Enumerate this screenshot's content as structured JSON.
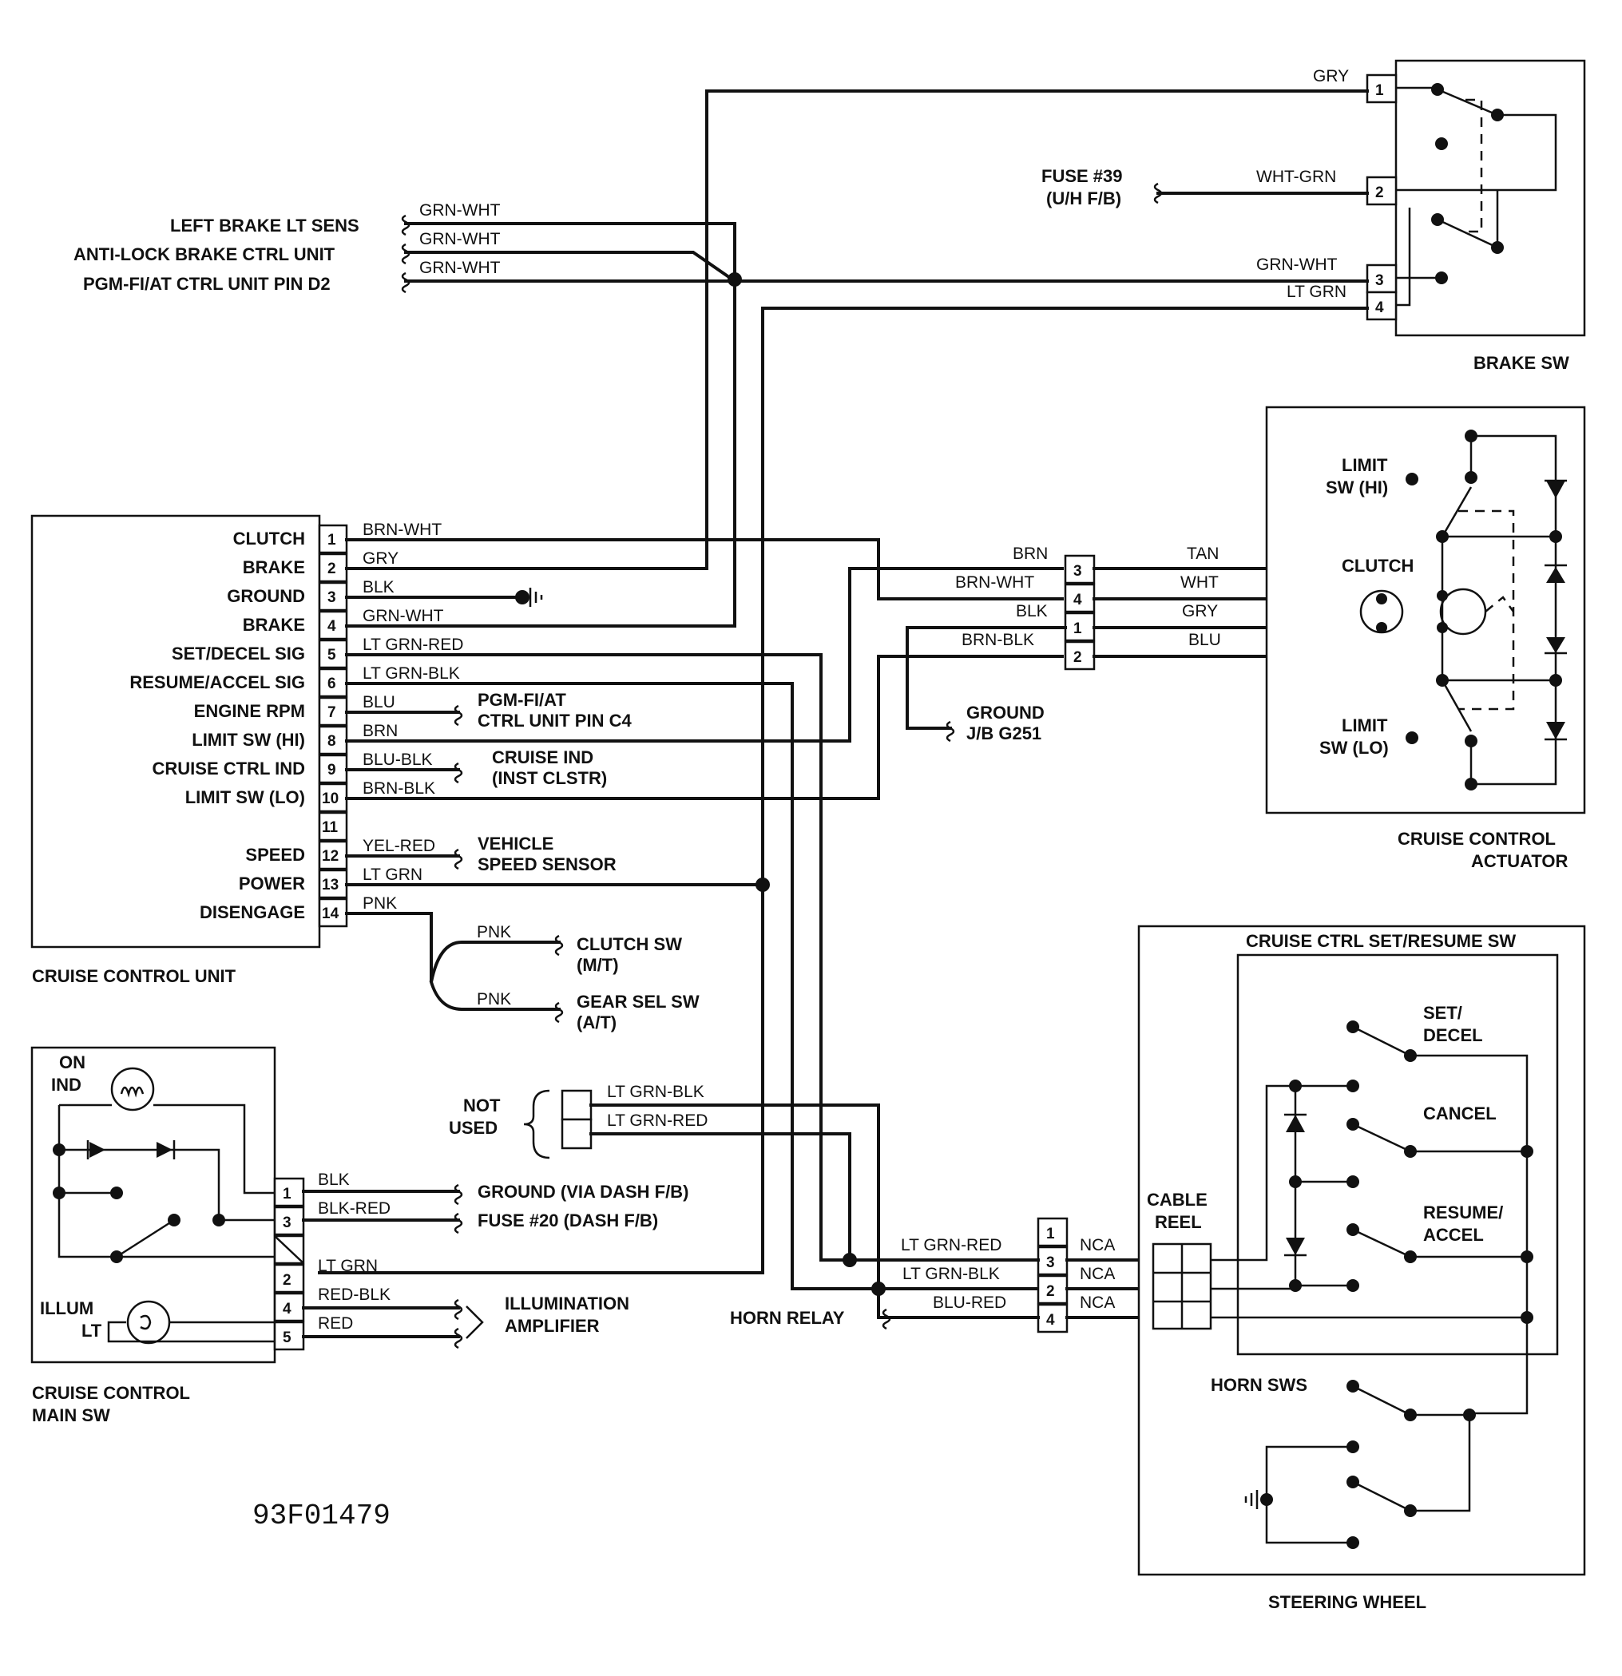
{
  "diagram_id": "93F01479",
  "components": {
    "brake_sw": "BRAKE SW",
    "actuator_1": "CRUISE CONTROL",
    "actuator_2": "ACTUATOR",
    "unit": "CRUISE CONTROL UNIT",
    "main_sw_1": "CRUISE CONTROL",
    "main_sw_2": "MAIN SW",
    "set_resume_sw": "CRUISE CTRL SET/RESUME SW",
    "steering_wheel": "STEERING WHEEL",
    "cable_reel_1": "CABLE",
    "cable_reel_2": "REEL"
  },
  "unit_pins": [
    {
      "num": "1",
      "name": "CLUTCH",
      "wire": "BRN-WHT"
    },
    {
      "num": "2",
      "name": "BRAKE",
      "wire": "GRY"
    },
    {
      "num": "3",
      "name": "GROUND",
      "wire": "BLK"
    },
    {
      "num": "4",
      "name": "BRAKE",
      "wire": "GRN-WHT"
    },
    {
      "num": "5",
      "name": "SET/DECEL SIG",
      "wire": "LT GRN-RED"
    },
    {
      "num": "6",
      "name": "RESUME/ACCEL SIG",
      "wire": "LT GRN-BLK"
    },
    {
      "num": "7",
      "name": "ENGINE RPM",
      "wire": "BLU"
    },
    {
      "num": "8",
      "name": "LIMIT SW (HI)",
      "wire": "BRN"
    },
    {
      "num": "9",
      "name": "CRUISE CTRL IND",
      "wire": "BLU-BLK"
    },
    {
      "num": "10",
      "name": "LIMIT SW (LO)",
      "wire": "BRN-BLK"
    },
    {
      "num": "11",
      "name": "",
      "wire": ""
    },
    {
      "num": "12",
      "name": "SPEED",
      "wire": "YEL-RED"
    },
    {
      "num": "13",
      "name": "POWER",
      "wire": "LT GRN"
    },
    {
      "num": "14",
      "name": "DISENGAGE",
      "wire": "PNK"
    }
  ],
  "brake_sw": {
    "pins": [
      "1",
      "2",
      "3",
      "4"
    ],
    "wires": [
      "GRY",
      "WHT-GRN",
      "GRN-WHT",
      "LT GRN"
    ],
    "fuse_1": "FUSE #39",
    "fuse_2": "(U/H F/B)"
  },
  "brake_refs": [
    {
      "label": "LEFT BRAKE LT SENS",
      "wire": "GRN-WHT"
    },
    {
      "label": "ANTI-LOCK BRAKE CTRL UNIT",
      "wire": "GRN-WHT"
    },
    {
      "label": "PGM-FI/AT CTRL UNIT PIN D2",
      "wire": "GRN-WHT"
    }
  ],
  "actuator": {
    "pins": [
      "3",
      "4",
      "1",
      "2"
    ],
    "left_wires": [
      "BRN",
      "BRN-WHT",
      "BLK",
      "BRN-BLK"
    ],
    "right_wires": [
      "TAN",
      "WHT",
      "GRY",
      "BLU"
    ],
    "limit_hi_1": "LIMIT",
    "limit_hi_2": "SW (HI)",
    "clutch": "CLUTCH",
    "limit_lo_1": "LIMIT",
    "limit_lo_2": "SW (LO)",
    "ground_1": "GROUND",
    "ground_2": "J/B G251"
  },
  "refs": {
    "pgm_1": "PGM-FI/AT",
    "pgm_2": "CTRL UNIT PIN C4",
    "ind_1": "CRUISE IND",
    "ind_2": "(INST CLSTR)",
    "vss_1": "VEHICLE",
    "vss_2": "SPEED SENSOR",
    "clutch_sw_1": "CLUTCH SW",
    "clutch_sw_2": "(M/T)",
    "gear_sw_1": "GEAR SEL SW",
    "gear_sw_2": "(A/T)",
    "pnk_a": "PNK",
    "pnk_b": "PNK",
    "not_used_1": "NOT",
    "not_used_2": "USED",
    "nu_wire_1": "LT GRN-BLK",
    "nu_wire_2": "LT GRN-RED",
    "horn_relay": "HORN RELAY",
    "ground_dash": "GROUND (VIA DASH F/B)",
    "fuse_20": "FUSE #20 (DASH F/B)",
    "illum_1": "ILLUMINATION",
    "illum_2": "AMPLIFIER"
  },
  "main_sw": {
    "on_ind_1": "ON",
    "on_ind_2": "IND",
    "illum_lt_1": "ILLUM",
    "illum_lt_2": "LT",
    "pins": [
      "1",
      "3",
      "2",
      "4",
      "5"
    ],
    "wires": [
      "BLK",
      "BLK-RED",
      "LT GRN",
      "RED-BLK",
      "RED"
    ]
  },
  "steering": {
    "pins": [
      "1",
      "3",
      "2",
      "4"
    ],
    "left_wires": [
      "LT GRN-RED",
      "LT GRN-BLK",
      "BLU-RED"
    ],
    "right_wires": [
      "NCA",
      "NCA",
      "NCA"
    ],
    "set_1": "SET/",
    "set_2": "DECEL",
    "cancel": "CANCEL",
    "resume_1": "RESUME/",
    "resume_2": "ACCEL",
    "horn_sws": "HORN SWS"
  }
}
